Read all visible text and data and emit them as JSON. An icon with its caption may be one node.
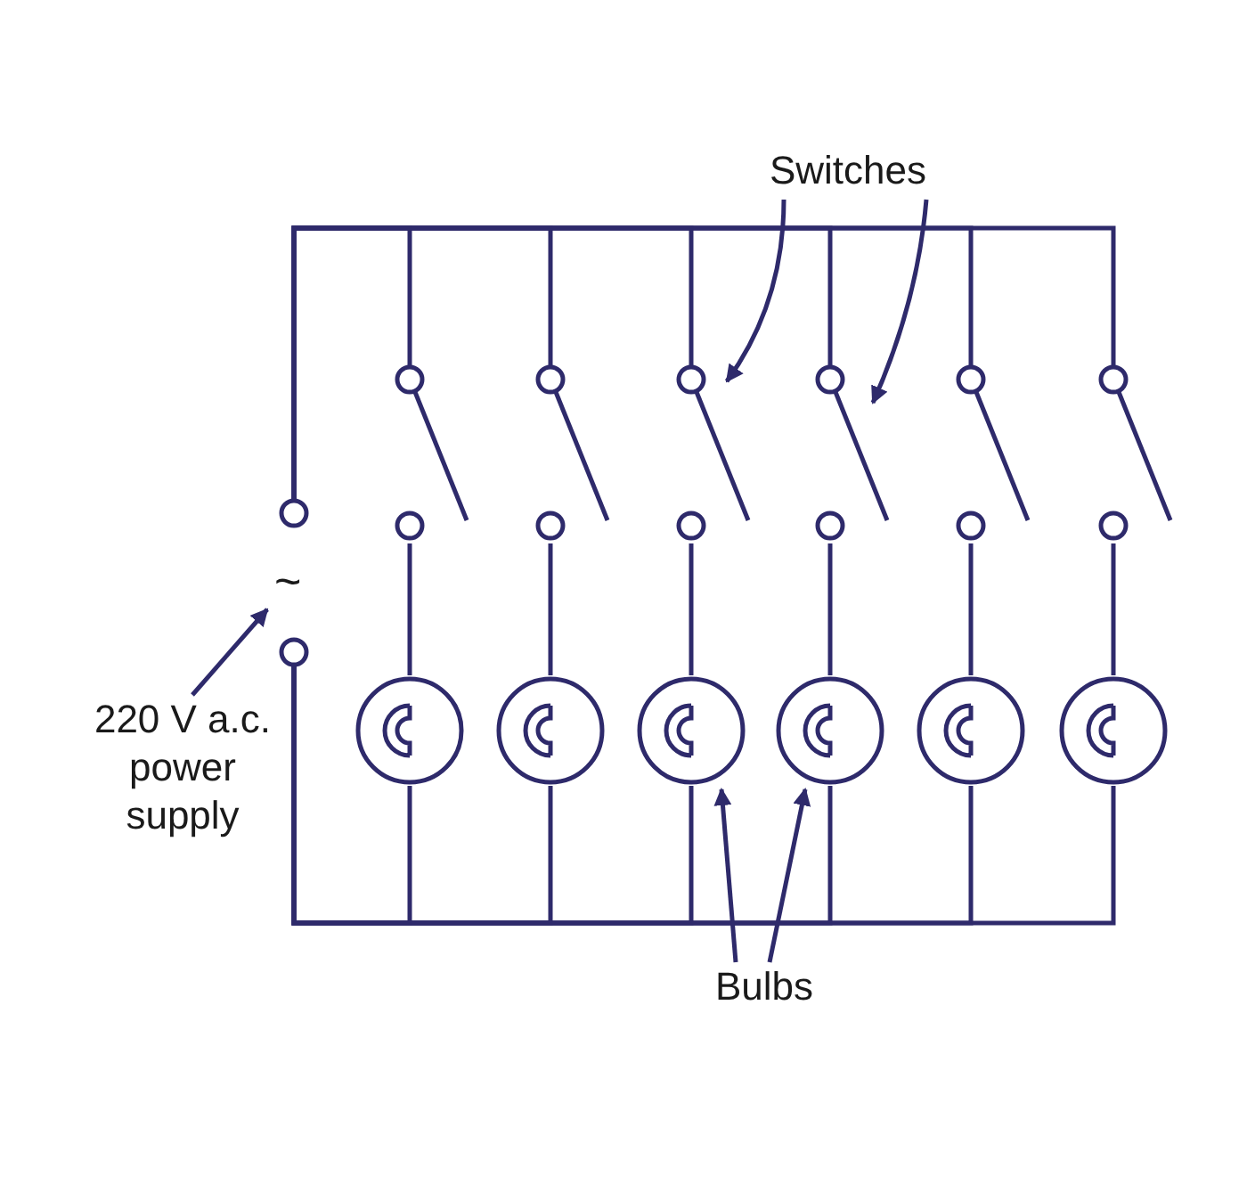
{
  "diagram": {
    "nodes": [
      {
        "text": [
          "Switches"
        ]
      },
      {
        "text": [],
        "shape": "switch"
      },
      {
        "text": [],
        "shape": "switch"
      },
      {
        "text": [],
        "shape": "switch"
      },
      {
        "text": [],
        "shape": "switch"
      },
      {
        "text": [],
        "shape": "switch"
      },
      {
        "text": [],
        "shape": "switch"
      },
      {
        "text": [
          "~"
        ]
      },
      {
        "text": [
          "220 V a.c. power supply"
        ]
      },
      {
        "text": [],
        "shape": "bulb"
      },
      {
        "text": [],
        "shape": "bulb"
      },
      {
        "text": [],
        "shape": "bulb"
      },
      {
        "text": [],
        "shape": "bulb"
      },
      {
        "text": [],
        "shape": "bulb"
      },
      {
        "text": [],
        "shape": "bulb"
      },
      {
        "text": [
          "Bulbs"
        ]
      }
    ],
    "edges": [
      {
        "from": 0,
        "to": 3,
        "arrow": "to"
      },
      {
        "from": 0,
        "to": 4,
        "arrow": "to"
      },
      {
        "from": 8,
        "to": 7,
        "arrow": "to"
      },
      {
        "from": 15,
        "to": 11,
        "arrow": "to"
      },
      {
        "from": 15,
        "to": 12,
        "arrow": "to"
      },
      {
        "from": 7,
        "to": 1,
        "arrow": "none"
      },
      {
        "from": 7,
        "to": 2,
        "arrow": "none"
      },
      {
        "from": 7,
        "to": 3,
        "arrow": "none"
      },
      {
        "from": 7,
        "to": 4,
        "arrow": "none"
      },
      {
        "from": 7,
        "to": 5,
        "arrow": "none"
      },
      {
        "from": 7,
        "to": 6,
        "arrow": "none"
      },
      {
        "from": 1,
        "to": 9,
        "arrow": "none"
      },
      {
        "from": 2,
        "to": 10,
        "arrow": "none"
      },
      {
        "from": 3,
        "to": 11,
        "arrow": "none"
      },
      {
        "from": 4,
        "to": 12,
        "arrow": "none"
      },
      {
        "from": 5,
        "to": 13,
        "arrow": "none"
      },
      {
        "from": 6,
        "to": 14,
        "arrow": "none"
      },
      {
        "from": 7,
        "to": 9,
        "arrow": "none"
      },
      {
        "from": 7,
        "to": 10,
        "arrow": "none"
      },
      {
        "from": 7,
        "to": 11,
        "arrow": "none"
      },
      {
        "from": 7,
        "to": 12,
        "arrow": "none"
      },
      {
        "from": 7,
        "to": 13,
        "arrow": "none"
      },
      {
        "from": 7,
        "to": 14,
        "arrow": "none"
      }
    ]
  }
}
